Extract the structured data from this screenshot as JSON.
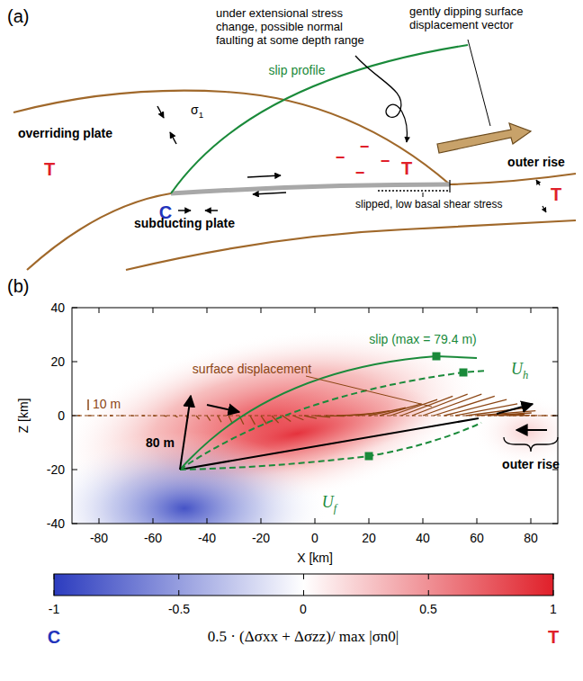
{
  "diagram": {
    "labels": [
      "(a)",
      "under extensional stress change, possible normal faulting at some depth range",
      "gently dipping surface displacement vector",
      "slip profile",
      "overriding plate",
      "σ1",
      "T",
      "C",
      "subducting plate",
      "−",
      "−",
      "−",
      "−",
      "T",
      "outer rise",
      "T",
      "slipped, low basal shear stress",
      "(b)",
      "40",
      "20",
      "0",
      "-20",
      "-40",
      "Z [km]",
      "-80",
      "-60",
      "-40",
      "-20",
      "0",
      "20",
      "40",
      "60",
      "80",
      "X [km]",
      "slip (max = 79.4 m)",
      "surface displacement",
      "10 m",
      "80 m",
      "Uh",
      "Uf",
      "outer rise",
      "-1",
      "-0.5",
      "0",
      "0.5",
      "1",
      "C",
      "T",
      "0.5 · (Δσxx + Δσzz)/ max |σn0|"
    ]
  }
}
